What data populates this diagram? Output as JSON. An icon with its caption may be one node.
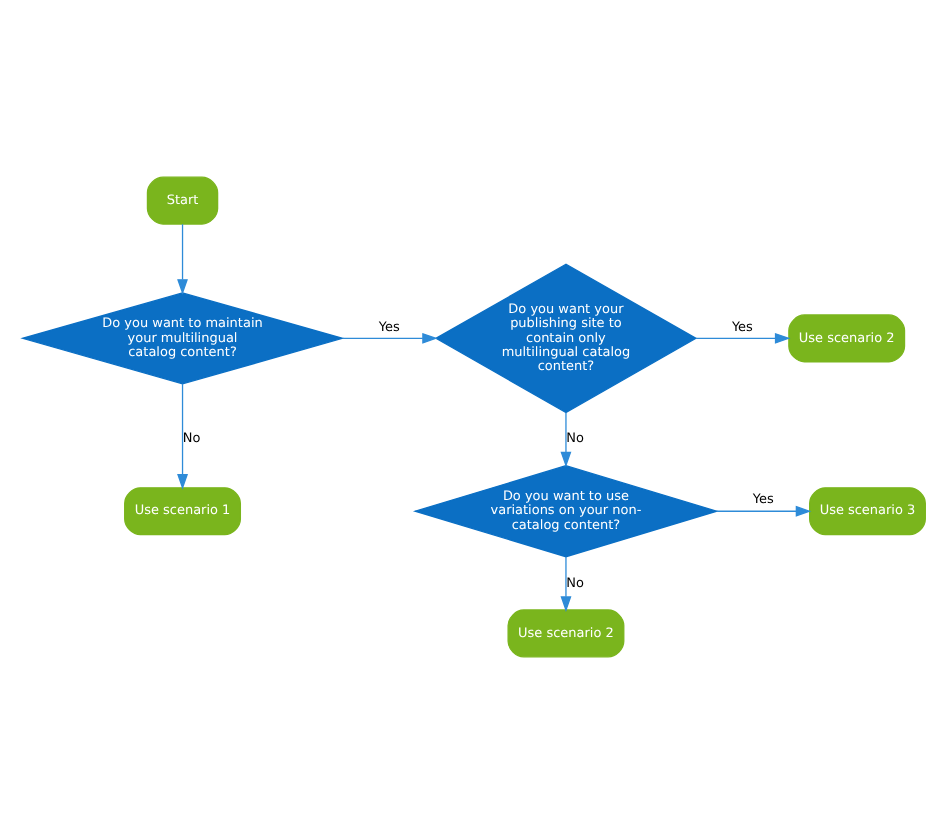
{
  "diagram": {
    "nodes": [
      {
        "text": [
          "Start"
        ]
      },
      {
        "text": [
          "Do you want to maintain your multilingual catalog content?"
        ]
      },
      {
        "text": [
          "Do you want your publishing site to contain only multilingual catalog content?"
        ]
      },
      {
        "text": [
          "Use scenario 2"
        ]
      },
      {
        "text": [
          "Use scenario 1"
        ]
      },
      {
        "text": [
          "Do you want to use variations on your non-catalog content?"
        ]
      },
      {
        "text": [
          "Use scenario 3"
        ]
      },
      {
        "text": [
          "Use scenario 2"
        ]
      }
    ],
    "edges": [
      {
        "from": 0,
        "to": 1,
        "arrow": "to"
      },
      {
        "from": 1,
        "to": 2,
        "arrow": "to",
        "label": "Yes"
      },
      {
        "from": 2,
        "to": 3,
        "arrow": "to",
        "label": "Yes"
      },
      {
        "from": 1,
        "to": 4,
        "arrow": "to",
        "label": "No"
      },
      {
        "from": 2,
        "to": 5,
        "arrow": "to",
        "label": "No"
      },
      {
        "from": 5,
        "to": 6,
        "arrow": "to",
        "label": "Yes"
      },
      {
        "from": 5,
        "to": 7,
        "arrow": "to",
        "label": "No"
      }
    ]
  }
}
